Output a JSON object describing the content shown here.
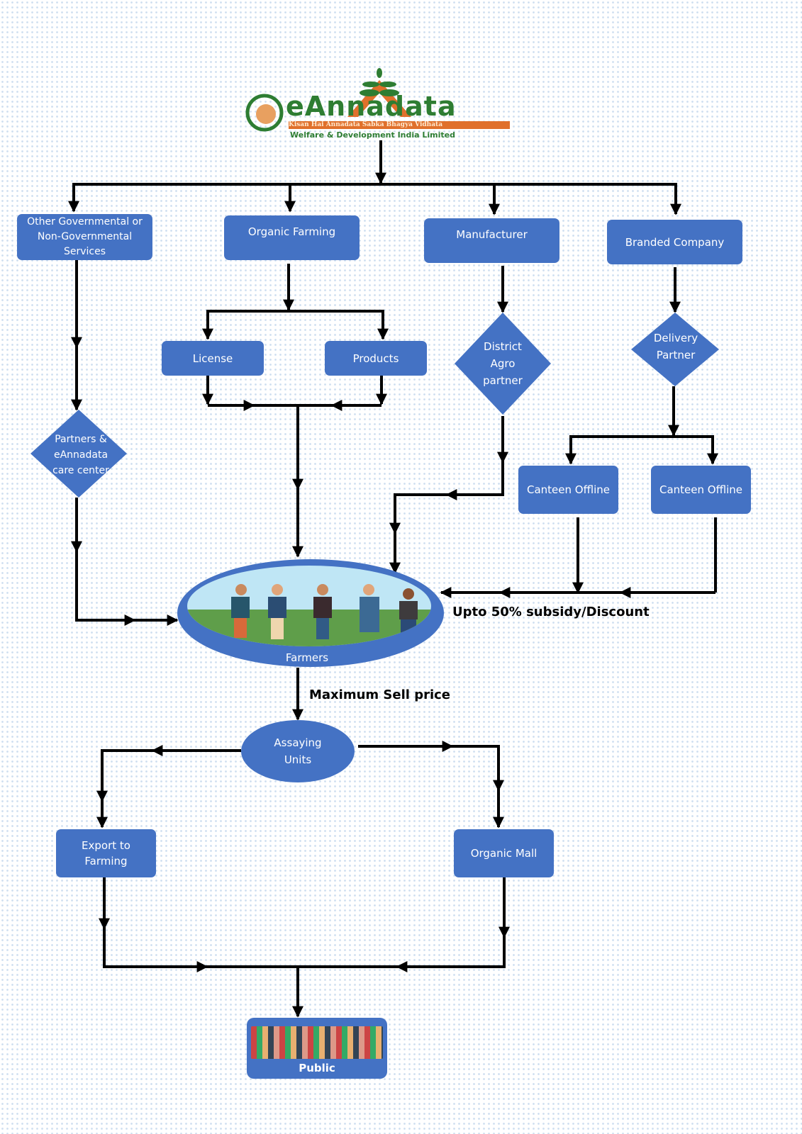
{
  "logo": {
    "name": "eAnnadata",
    "tagline": "Kisan Hai Annadata Sabka Bhagya Vidhata",
    "subtitle": "Welfare & Development India Limited"
  },
  "nodes": {
    "other_services": "Other Governmental or Non-Governmental Services",
    "organic_farming": "Organic Farming",
    "manufacturer": "Manufacturer",
    "branded_company": "Branded Company",
    "license": "License",
    "products": "Products",
    "district_agro": "District Agro partner",
    "delivery_partner": "Delivery Partner",
    "partners_care": "Partners & eAnnadata care center",
    "canteen_1": "Canteen Offline",
    "canteen_2": "Canteen Offline",
    "farmers": "Farmers",
    "assaying_units": "Assaying Units",
    "export": "Export to Farming",
    "organic_mall": "Organic Mall",
    "public": "Public"
  },
  "labels": {
    "subsidy": "Upto 50% subsidy/Discount",
    "max_price": "Maximum Sell price"
  },
  "colors": {
    "node": "#4472C4",
    "connector": "#000000",
    "logo_green": "#2e7d32",
    "logo_orange": "#e0702b"
  }
}
